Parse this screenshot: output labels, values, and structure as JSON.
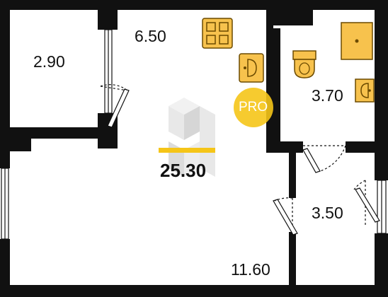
{
  "plan": {
    "total_area": "25.30",
    "rooms": [
      {
        "id": "balcony",
        "area": "2.90"
      },
      {
        "id": "kitchen",
        "area": "6.50"
      },
      {
        "id": "bathroom",
        "area": "3.70"
      },
      {
        "id": "hallway",
        "area": "3.50"
      },
      {
        "id": "living-room",
        "area": "11.60"
      }
    ]
  },
  "badge": {
    "text": "PRO",
    "color": "#f5c518"
  },
  "colors": {
    "wall": "#111111",
    "fixture": "#f7c24d",
    "fixture_stroke": "#6b4a00",
    "accent_bar": "#f5c518",
    "watermark": "#d9d9d9"
  },
  "icons": [
    "stove-icon",
    "kitchen-sink-icon",
    "shower-icon",
    "toilet-icon",
    "washbasin-icon",
    "watermark-logo-icon"
  ]
}
